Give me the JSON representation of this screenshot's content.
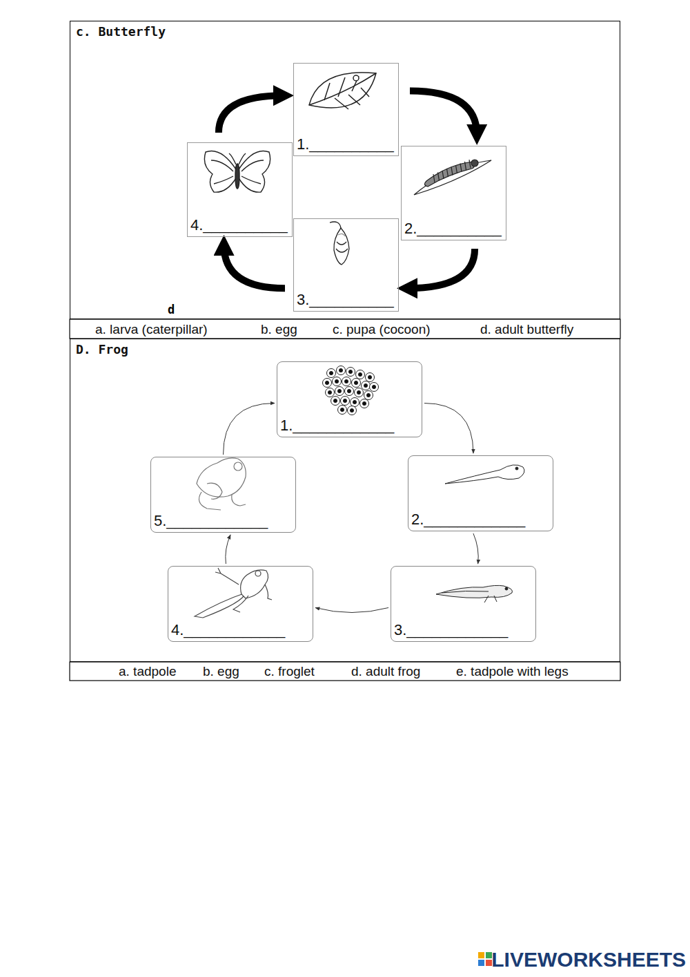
{
  "diagram": {
    "nodes": [
      {
        "text": [
          "c. Butterfly"
        ]
      },
      {
        "text": [
          "1.__________"
        ],
        "in": 0
      },
      {
        "text": [
          "2.__________"
        ],
        "in": 0
      },
      {
        "text": [
          "3.__________"
        ],
        "in": 0
      },
      {
        "text": [
          "4.__________"
        ],
        "in": 0
      },
      {
        "text": [
          "D. Frog"
        ]
      },
      {
        "text": [
          "1.____________"
        ],
        "in": 5
      },
      {
        "text": [
          "2.____________"
        ],
        "in": 5
      },
      {
        "text": [
          "3.____________"
        ],
        "in": 5
      },
      {
        "text": [
          "4.____________"
        ],
        "in": 5
      },
      {
        "text": [
          "5.____________"
        ],
        "in": 5
      }
    ],
    "edges": [
      {
        "from": 1,
        "to": 2,
        "arrow": "to"
      },
      {
        "from": 2,
        "to": 3,
        "arrow": "to"
      },
      {
        "from": 3,
        "to": 4,
        "arrow": "to"
      },
      {
        "from": 4,
        "to": 1,
        "arrow": "to"
      },
      {
        "from": 6,
        "to": 7,
        "arrow": "to"
      },
      {
        "from": 7,
        "to": 8,
        "arrow": "to"
      },
      {
        "from": 8,
        "to": 9,
        "arrow": "to"
      },
      {
        "from": 9,
        "to": 10,
        "arrow": "to"
      },
      {
        "from": 10,
        "to": 6,
        "arrow": "to"
      }
    ],
    "labels": [
      "d",
      "a. larva (caterpillar)",
      "b. egg",
      "c. pupa (cocoon)",
      "d. adult butterfly",
      "a. tadpole",
      "b. egg",
      "c. froglet",
      "d. adult frog",
      "e. tadpole with legs",
      "LIVEWORKSHEETS"
    ]
  }
}
